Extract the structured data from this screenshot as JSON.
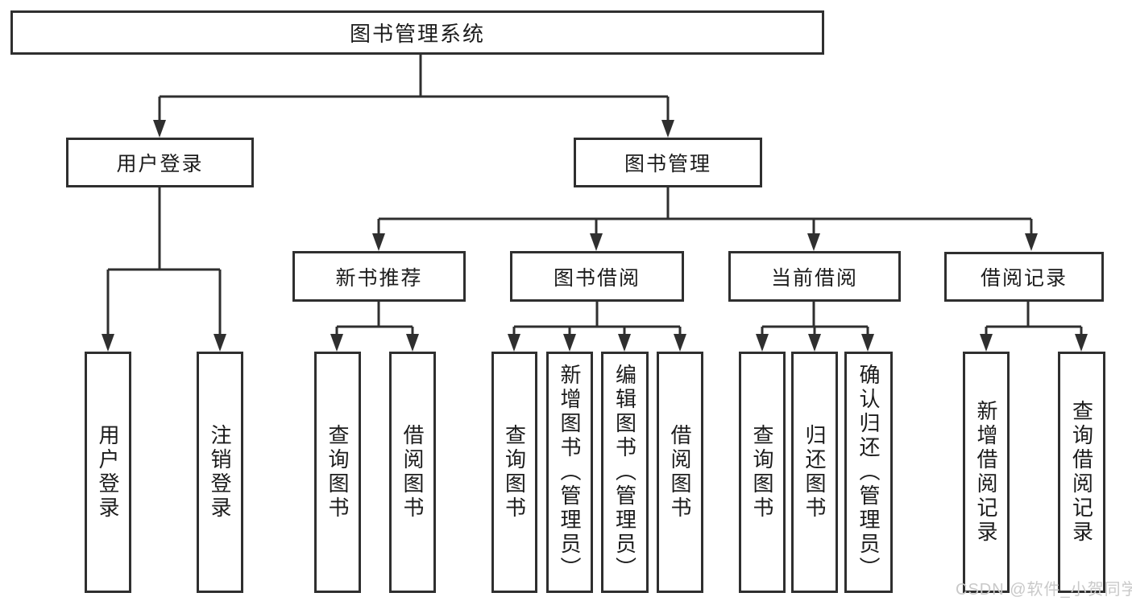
{
  "tree": {
    "label": "图书管理系统",
    "children": [
      {
        "label": "用户登录",
        "children": [
          {
            "label": "用户登录"
          },
          {
            "label": "注销登录"
          }
        ]
      },
      {
        "label": "图书管理",
        "children": [
          {
            "label": "新书推荐",
            "children": [
              {
                "label": "查询图书"
              },
              {
                "label": "借阅图书"
              }
            ]
          },
          {
            "label": "图书借阅",
            "children": [
              {
                "label": "查询图书"
              },
              {
                "label": "新增图书（管理员）"
              },
              {
                "label": "编辑图书（管理员）"
              },
              {
                "label": "借阅图书"
              }
            ]
          },
          {
            "label": "当前借阅",
            "children": [
              {
                "label": "查询图书"
              },
              {
                "label": "归还图书"
              },
              {
                "label": "确认归还（管理员）"
              }
            ]
          },
          {
            "label": "借阅记录",
            "children": [
              {
                "label": "新增借阅记录"
              },
              {
                "label": "查询借阅记录"
              }
            ]
          }
        ]
      }
    ]
  },
  "watermark": {
    "text": "CSDN @软件_小贺同学"
  },
  "colors": {
    "line": "#2f2f2f",
    "text": "#1c1c1c",
    "background": "#ffffff",
    "watermark": "#c9c9c9"
  }
}
